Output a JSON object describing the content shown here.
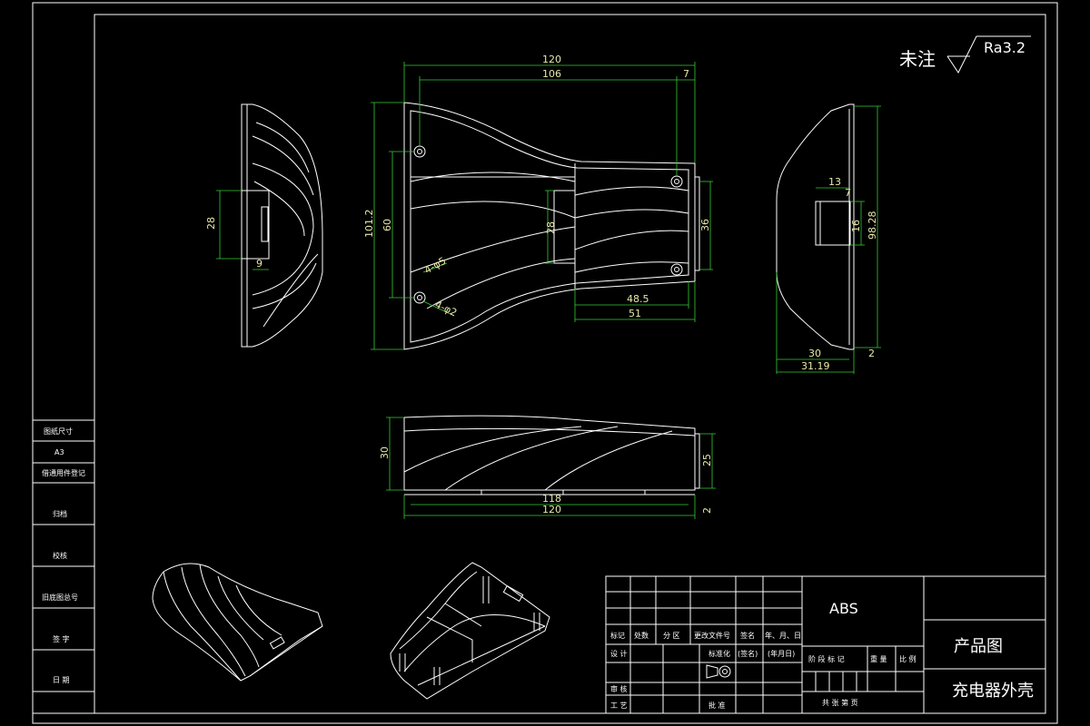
{
  "roughness": {
    "note": "未注",
    "value": "Ra3.2"
  },
  "front_view": {
    "d_120": "120",
    "d_106": "106",
    "d_7": "7",
    "d_101_2": "101.2",
    "d_60": "60",
    "d_28": "28",
    "d_36": "36",
    "d_48_5": "48.5",
    "d_51": "51",
    "d_hole1": "4-φ5",
    "d_hole2": "4-φ2"
  },
  "left_view": {
    "d_28": "28",
    "d_9": "9"
  },
  "right_view": {
    "d_13": "13",
    "d_7": "7",
    "d_16": "16",
    "d_98_28": "98.28",
    "d_30": "30",
    "d_31_19": "31.19",
    "d_2": "2"
  },
  "bottom_view": {
    "d_30": "30",
    "d_25": "25",
    "d_118": "118",
    "d_120": "120",
    "d_2": "2"
  },
  "left_panel": {
    "items": [
      "图纸尺寸",
      "A3",
      "借通用件登记",
      "归档",
      "校核",
      "旧底图总号",
      "签 字",
      "日 期"
    ]
  },
  "title_block": {
    "material": "ABS",
    "drawing_type": "产品图",
    "part_name": "充电器外壳",
    "headers": [
      "标记",
      "处数",
      "分 区",
      "更改文件号",
      "签名",
      "年、月、日"
    ],
    "design": "设 计",
    "standard": "标准化",
    "sign": "(签名)",
    "date": "(年月日)",
    "stage": "阶 段 标 记",
    "weight": "重 量",
    "scale": "比 例",
    "review": "审 核",
    "process": "工 艺",
    "approve": "批 准",
    "sheets": "共  张  第  页"
  }
}
